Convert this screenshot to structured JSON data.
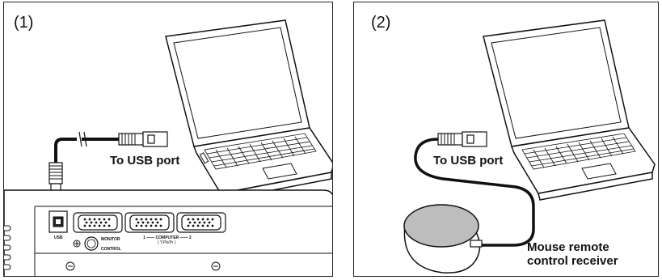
{
  "panels": [
    {
      "number": "(1)",
      "callout": "To USB port",
      "port_labels": {
        "usb": "USB",
        "monitor": "MONITOR",
        "control": "CONTROL",
        "computer": "1 —— COMPUTER —— 2",
        "computer_sub": "( Y,Pb/Pr )"
      }
    },
    {
      "number": "(2)",
      "callout": "To USB port",
      "receiver_label_line1": "Mouse remote",
      "receiver_label_line2": "control receiver"
    }
  ]
}
